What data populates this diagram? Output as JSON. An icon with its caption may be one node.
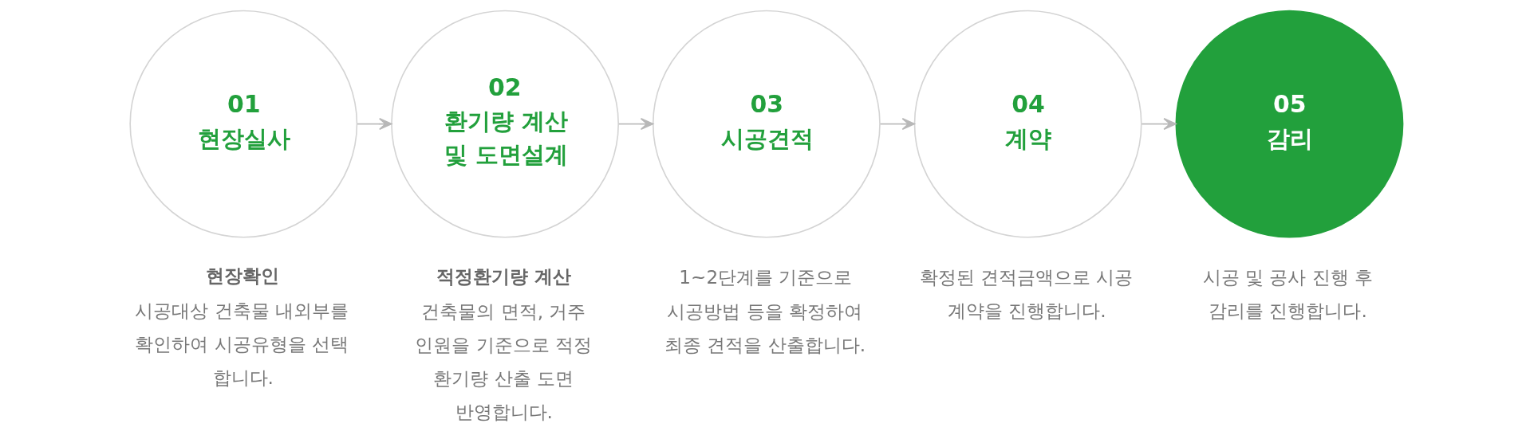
{
  "diagram": {
    "nodes": [
      {
        "text": [
          "01",
          "현장실사"
        ],
        "beside": [
          "현장확인",
          "시공대상 건축물 내외부를 확인하여 시공유형을 선택 합니다."
        ]
      },
      {
        "text": [
          "02",
          "환기량 계산 및 도면설계"
        ],
        "beside": [
          "적정환기량 계산",
          "건축물의 면적, 거주 인원을 기준으로 적정 환기량 산출 도면 반영합니다."
        ]
      },
      {
        "text": [
          "03",
          "시공견적"
        ],
        "beside": [
          "1~2단계를 기준으로 시공방법 등을 확정하여 최종 견적을 산출합니다."
        ]
      },
      {
        "text": [
          "04",
          "계약"
        ],
        "beside": [
          "확정된 견적금액으로 시공 계약을 진행합니다."
        ]
      },
      {
        "text": [
          "05",
          "감리"
        ],
        "beside": [
          "시공 및 공사 진행 후 감리를 진행합니다."
        ]
      }
    ],
    "edges": [
      {
        "from": 0,
        "to": 1,
        "arrow": "to"
      },
      {
        "from": 1,
        "to": 2,
        "arrow": "to"
      },
      {
        "from": 2,
        "to": 3,
        "arrow": "to"
      },
      {
        "from": 3,
        "to": 4,
        "arrow": "to"
      }
    ]
  }
}
